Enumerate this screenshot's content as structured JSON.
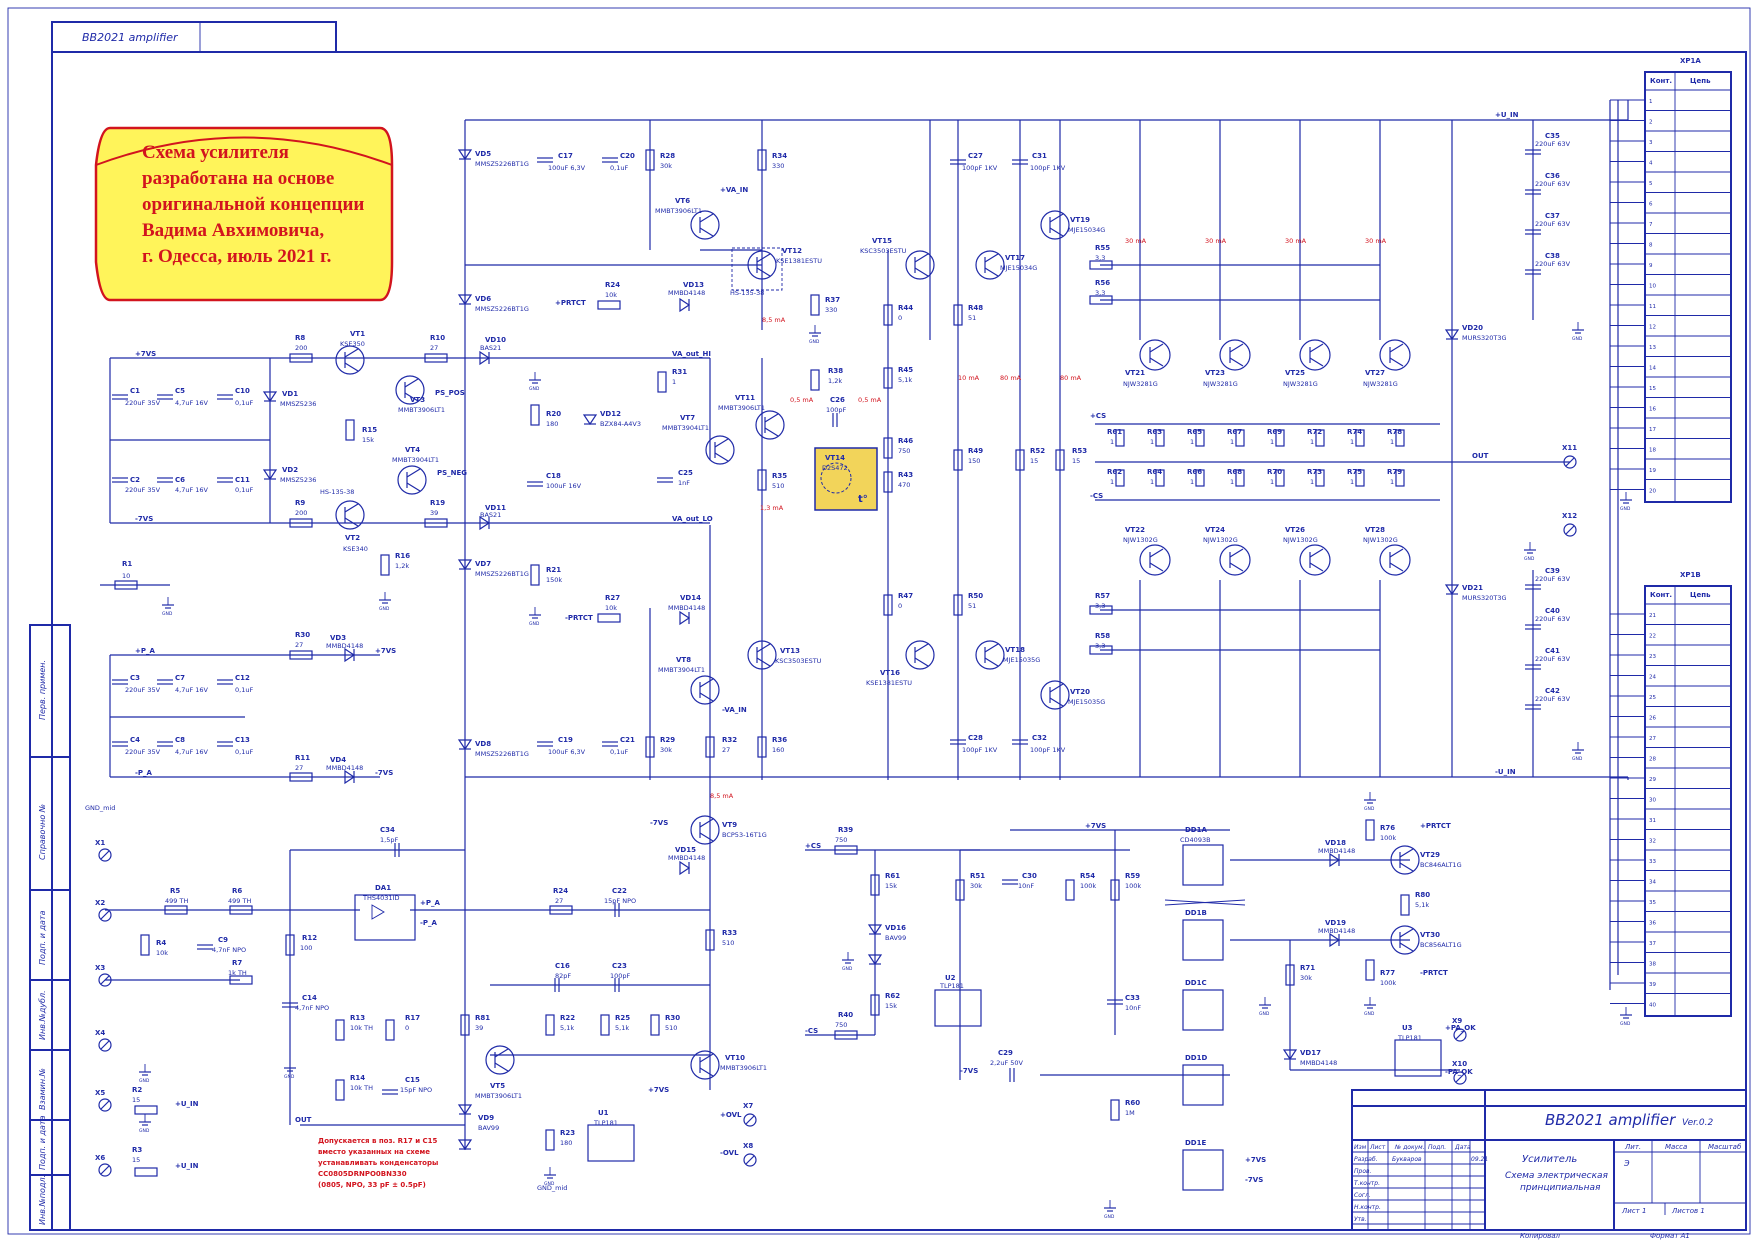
{
  "header_title": "BB2021 amplifier",
  "note": {
    "lines": [
      "Схема усилителя",
      "разработана на основе",
      "оригинальной концепции",
      "Вадима Авхимовича,",
      "г. Одесса, июль 2021 г."
    ]
  },
  "colors": {
    "wire": "#1f2aa8",
    "note_fill": "#fff45a",
    "note_border": "#d2141e",
    "red_text": "#d2141e",
    "thermal_fill": "#f2d45a"
  },
  "rails": {
    "u_in_pos": "+U_IN",
    "u_in_neg": "-U_IN",
    "p7vs": "+7VS",
    "n7vs": "-7VS",
    "p_a": "+P_A",
    "n_a": "-P_A",
    "va_out_hi": "VA_out_HI",
    "va_out_lo": "VA_out_LO",
    "plus_va_in": "+VA_IN",
    "minus_va_in": "-VA_IN",
    "prtct": "+PRTCT",
    "nprtct": "-PRTCT",
    "ps_pos": "PS_POS",
    "ps_neg": "PS_NEG",
    "out": "OUT",
    "cs_pos": "+CS",
    "cs_neg": "-CS",
    "ovl_pos": "+OVL",
    "ovl_neg": "-OVL",
    "pa_ok_pos": "+PA_OK",
    "pa_ok_neg": "-PA_OK",
    "gnd": "GND",
    "gnd_mid": "GND_mid"
  },
  "components": {
    "VD5": "VD5",
    "VD5v": "MMSZ5226BT1G",
    "VD6": "VD6",
    "VD6v": "MMSZ5226BT1G",
    "VD7": "VD7",
    "VD7v": "MMSZ5226BT1G",
    "VD8": "VD8",
    "VD8v": "MMSZ5226BT1G",
    "C17": "C17",
    "C17v": "100uF 6,3V",
    "C20": "C20",
    "C20v": "0,1uF",
    "R28": "R28",
    "R28v": "30k",
    "R34": "R34",
    "R34v": "330",
    "VT6": "VT6",
    "VT6v": "MMBT3906LT1",
    "VT12": "VT12",
    "VT12v": "KSE1381ESTU",
    "HS": "HS-135-38",
    "R24": "R24",
    "R24v": "10k",
    "VD13": "VD13",
    "VD13v": "MMBD4148",
    "R37": "R37",
    "R37v": "330",
    "VT1": "VT1",
    "VT1v": "KSE350",
    "R8": "R8",
    "R8v": "200",
    "R10": "R10",
    "R10v": "27",
    "VD10": "VD10",
    "VD10v": "BAS21",
    "C1": "C1",
    "C1v": "220uF 35V",
    "C5": "C5",
    "C5v": "4,7uF 16V",
    "C10": "C10",
    "C10v": "0,1uF",
    "VD1": "VD1",
    "VD1v": "MMSZ5236",
    "VT3": "VT3",
    "VT3v": "MMBT3906LT1",
    "R15": "R15",
    "R15v": "15k",
    "VT4": "VT4",
    "VT4v": "MMBT3904LT1",
    "C2": "C2",
    "C2v": "220uF 35V",
    "C6": "C6",
    "C6v": "4,7uF 16V",
    "C11": "C11",
    "C11v": "0,1uF",
    "VD2": "VD2",
    "VD2v": "MMSZ5236",
    "R9": "R9",
    "R9v": "200",
    "VT2": "VT2",
    "VT2v": "KSE340",
    "R19": "R19",
    "R19v": "39",
    "VD11": "VD11",
    "VD11v": "BAS21",
    "R16": "R16",
    "R16v": "1,2k",
    "R1": "R1",
    "R1v": "10",
    "R20": "R20",
    "R20v": "180",
    "VD12": "VD12",
    "VD12v": "BZX84-A4V3",
    "R31": "R31",
    "R31v": "1",
    "VT7": "VT7",
    "VT7v": "MMBT3904LT1",
    "VT11": "VT11",
    "VT11v": "MMBT3906LT1",
    "R38": "R38",
    "R38v": "1,2k",
    "C26": "C26",
    "C26v": "100pF",
    "C18": "C18",
    "C18v": "100uF 16V",
    "C25": "C25",
    "C25v": "1nF",
    "R35": "R35",
    "R35v": "510",
    "VT14": "VT14",
    "VT14v": "D2S472",
    "R21": "R21",
    "R21v": "150k",
    "R27": "R27",
    "R27v": "10k",
    "VD14": "VD14",
    "VD14v": "MMBD4148",
    "VT13": "VT13",
    "VT13v": "KSC3503ESTU",
    "VT8": "VT8",
    "VT8v": "MMBT3904LT1",
    "C19": "C19",
    "C19v": "100uF 6,3V",
    "C21": "C21",
    "C21v": "0,1uF",
    "R29": "R29",
    "R29v": "30k",
    "R32": "R32",
    "R32v": "27",
    "R36": "R36",
    "R36v": "160",
    "R30": "R30",
    "R30v": "27",
    "VD3": "VD3",
    "VD3v": "MMBD4148",
    "C3": "C3",
    "C3v": "220uF 35V",
    "C7": "C7",
    "C7v": "4,7uF 16V",
    "C12": "C12",
    "C12v": "0,1uF",
    "C4": "C4",
    "C4v": "220uF 35V",
    "C8": "C8",
    "C8v": "4,7uF 16V",
    "C13": "C13",
    "C13v": "0,1uF",
    "R11": "R11",
    "R11v": "27",
    "VD4": "VD4",
    "VD4v": "MMBD4148",
    "VT15": "VT15",
    "VT15v": "KSC3503ESTU",
    "C27": "C27",
    "C27v": "100pF 1KV",
    "C31": "C31",
    "C31v": "100pF 1KV",
    "VT17": "VT17",
    "VT17v": "MJE15034G",
    "VT19": "VT19",
    "VT19v": "MJE15034G",
    "R44": "R44",
    "R44v": "0",
    "R48": "R48",
    "R48v": "51",
    "R45": "R45",
    "R45v": "5,1k",
    "R46": "R46",
    "R46v": "750",
    "R43": "R43",
    "R43v": "470",
    "R49": "R49",
    "R49v": "150",
    "R52": "R52",
    "R52v": "15",
    "R53": "R53",
    "R53v": "15",
    "R47": "R47",
    "R47v": "0",
    "R50": "R50",
    "R50v": "51",
    "VT16": "VT16",
    "VT16v": "KSE1381ESTU",
    "VT18": "VT18",
    "VT18v": "MJE15035G",
    "VT20": "VT20",
    "VT20v": "MJE15035G",
    "C28": "C28",
    "C28v": "100pF 1KV",
    "C32": "C32",
    "C32v": "100pF 1KV",
    "R55": "R55",
    "R55v": "3,3",
    "R56": "R56",
    "R56v": "3,3",
    "R57": "R57",
    "R57v": "3,3",
    "R58": "R58",
    "R58v": "3,3",
    "VT21": "VT21",
    "VT23": "VT23",
    "VT25": "VT25",
    "VT27": "VT27",
    "npn_out": "NJW3281G",
    "VT22": "VT22",
    "VT24": "VT24",
    "VT26": "VT26",
    "VT28": "VT28",
    "pnp_out": "NJW1302G",
    "VD20": "VD20",
    "VD20v": "MURS320T3G",
    "VD21": "VD21",
    "VD21v": "MURS320T3G",
    "C35": "C35",
    "C36": "C36",
    "C37": "C37",
    "C38": "C38",
    "C39": "C39",
    "C40": "C40",
    "C41": "C41",
    "C42": "C42",
    "c_bulk": "220uF 63V",
    "X11": "X11",
    "X12": "X12",
    "X1": "X1",
    "X2": "X2",
    "X3": "X3",
    "X4": "X4",
    "X5": "X5",
    "X6": "X6",
    "X7": "X7",
    "X8": "X8",
    "X9": "X9",
    "X10": "X10",
    "C34": "C34",
    "C34v": "1,5pF",
    "DA1": "DA1",
    "DA1v": "THS4031ID",
    "R5": "R5",
    "R5v": "499 TH",
    "R6": "R6",
    "R6v": "499 TH",
    "R4": "R4",
    "R4v": "10k",
    "C9": "C9",
    "C9v": "4,7nF NPO",
    "R7": "R7",
    "R7v": "1k TH",
    "R12": "R12",
    "R12v": "100",
    "C14": "C14",
    "C14v": "4,7nF NPO",
    "R13": "R13",
    "R13v": "10k TH",
    "R17": "R17",
    "R17v": "0",
    "R14": "R14",
    "R14v": "10k TH",
    "C15": "C15",
    "C15v": "15pF NPO",
    "R2": "R2",
    "R2v": "15",
    "R3": "R3",
    "R3v": "15",
    "R24b": "R24",
    "R24bv": "27",
    "C22": "C22",
    "C22v": "15pF NPO",
    "VT9": "VT9",
    "VT9v": "BCP53-16T1G",
    "VD15": "VD15",
    "VD15v": "MMBD4148",
    "R33": "R33",
    "R33v": "510",
    "C16": "C16",
    "C16v": "82pF",
    "C23": "C23",
    "C23v": "100pF",
    "R81": "R81",
    "R81v": "39",
    "R22": "R22",
    "R22v": "5,1k",
    "R25": "R25",
    "R25v": "5,1k",
    "R30b": "R30",
    "R30bv": "510",
    "VT5": "VT5",
    "VT5v": "MMBT3906LT1",
    "VT10": "VT10",
    "VT10v": "MMBT3906LT1",
    "VD9": "VD9",
    "VD9v": "BAV99",
    "U1": "U1",
    "U1v": "TLP181",
    "R23": "R23",
    "R23v": "180",
    "R39": "R39",
    "R39v": "750",
    "R61": "R61",
    "R61v": "15k",
    "VD16": "VD16",
    "VD16v": "BAV99",
    "R62": "R62",
    "R62v": "15k",
    "R40": "R40",
    "R40v": "750",
    "U2": "U2",
    "U2v": "TLP181",
    "R51": "R51",
    "R51v": "30k",
    "C30": "C30",
    "C30v": "10nF",
    "R54": "R54",
    "R54v": "100k",
    "R59": "R59",
    "R59v": "100k",
    "DD1A": "DD1A",
    "DD1v": "CD4093B",
    "DD1B": "DD1B",
    "DD1C": "DD1C",
    "DD1D": "DD1D",
    "DD1E": "DD1E",
    "C33": "C33",
    "C33v": "10nF",
    "C29": "C29",
    "C29v": "2,2uF 50V",
    "R60": "R60",
    "R60v": "1M",
    "VD18": "VD18",
    "VD18v": "MMBD4148",
    "VD19": "VD19",
    "VD19v": "MMBD4148",
    "R76": "R76",
    "R76v": "100k",
    "VT29": "VT29",
    "VT29v": "BC846ALT1G",
    "R80": "R80",
    "R80v": "5,1k",
    "VT30": "VT30",
    "VT30v": "BC856ALT1G",
    "R77": "R77",
    "R77v": "100k",
    "R71": "R71",
    "R71v": "30k",
    "VD17": "VD17",
    "VD17v": "MMBD4148",
    "U3": "U3",
    "U3v": "TLP181"
  },
  "currents": {
    "i30": "30 mA",
    "i85": "8,5 mA",
    "i13": "1,3 mA",
    "i05": "0,5 mA",
    "i10": "10 mA",
    "i80": "80 mA",
    "i05b": "0,5 mA"
  },
  "emitter_resistors": {
    "top": [
      "R61",
      "R63",
      "R65",
      "R67",
      "R69",
      "R72",
      "R74",
      "R78"
    ],
    "bottom": [
      "R62",
      "R64",
      "R66",
      "R68",
      "R70",
      "R73",
      "R75",
      "R79"
    ],
    "value": "1"
  },
  "connectors": {
    "xp1a": {
      "name": "XP1A",
      "col1": "Конт.",
      "col2": "Цепь",
      "pins": [
        "1",
        "2",
        "3",
        "4",
        "5",
        "6",
        "7",
        "8",
        "9",
        "10",
        "11",
        "12",
        "13",
        "14",
        "15",
        "16",
        "17",
        "18",
        "19",
        "20"
      ]
    },
    "xp1b": {
      "name": "XP1B",
      "col1": "Конт.",
      "col2": "Цепь",
      "pins": [
        "21",
        "22",
        "23",
        "24",
        "25",
        "26",
        "27",
        "28",
        "29",
        "30",
        "31",
        "32",
        "33",
        "34",
        "35",
        "36",
        "37",
        "38",
        "39",
        "40"
      ]
    }
  },
  "footnote": [
    "Допускается в поз. R17 и C15",
    "вместо указанных на схеме",
    "устанавливать конденсаторы",
    "CC0805DRNPO0BN330",
    "(0805, NPO, 33 pF ± 0.5pF)"
  ],
  "side_labels": [
    "Перв. примен.",
    "Справочно №",
    "Подп. и дата",
    "Инв.№дубл.",
    "Взамин.№",
    "Подп. и дата",
    "Инв.№подл."
  ],
  "title_block": {
    "doc_title": "BB2021 amplifier",
    "version": "Ver.0.2",
    "name": "Усилитель",
    "subtitle1": "Схема электрическая",
    "subtitle2": "принципиальная",
    "rows": [
      "Изм",
      "Лист",
      "№ докум.",
      "Подп.",
      "Дата"
    ],
    "roles": [
      "Разраб.",
      "Пров.",
      "Т.контр.",
      "Согл.",
      "Н.контр.",
      "Утв."
    ],
    "developer": "Букваров",
    "date": "09.21",
    "lit": "Лит.",
    "mass": "Масса",
    "scale": "Масштаб",
    "lit_val": "Э",
    "sheet": "Лист 1",
    "sheets": "Листов 1",
    "copied": "Копировал",
    "format": "Формат А1"
  }
}
